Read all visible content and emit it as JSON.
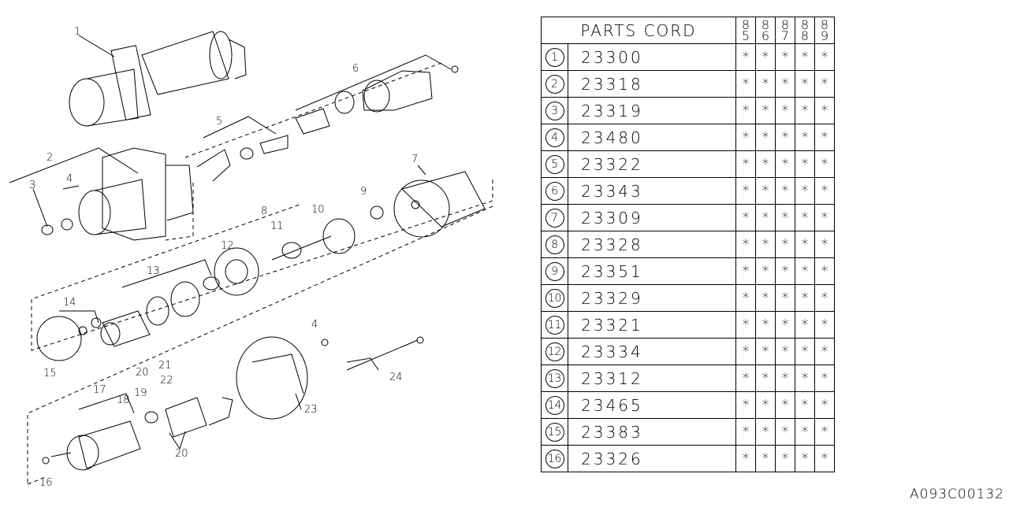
{
  "diagram": {
    "callouts": [
      "1",
      "2",
      "3",
      "4",
      "5",
      "6",
      "7",
      "8",
      "9",
      "10",
      "11",
      "12",
      "13",
      "14",
      "15",
      "4",
      "16",
      "17",
      "18",
      "19",
      "20",
      "21",
      "22",
      "20",
      "23",
      "24"
    ]
  },
  "table": {
    "title": "PARTS CORD",
    "years": [
      "85",
      "86",
      "87",
      "88",
      "89"
    ],
    "rows": [
      {
        "no": "1",
        "code": "23300",
        "marks": [
          "*",
          "*",
          "*",
          "*",
          "*"
        ]
      },
      {
        "no": "2",
        "code": "23318",
        "marks": [
          "*",
          "*",
          "*",
          "*",
          "*"
        ]
      },
      {
        "no": "3",
        "code": "23319",
        "marks": [
          "*",
          "*",
          "*",
          "*",
          "*"
        ]
      },
      {
        "no": "4",
        "code": "23480",
        "marks": [
          "*",
          "*",
          "*",
          "*",
          "*"
        ]
      },
      {
        "no": "5",
        "code": "23322",
        "marks": [
          "*",
          "*",
          "*",
          "*",
          "*"
        ]
      },
      {
        "no": "6",
        "code": "23343",
        "marks": [
          "*",
          "*",
          "*",
          "*",
          "*"
        ]
      },
      {
        "no": "7",
        "code": "23309",
        "marks": [
          "*",
          "*",
          "*",
          "*",
          "*"
        ]
      },
      {
        "no": "8",
        "code": "23328",
        "marks": [
          "*",
          "*",
          "*",
          "*",
          "*"
        ]
      },
      {
        "no": "9",
        "code": "23351",
        "marks": [
          "*",
          "*",
          "*",
          "*",
          "*"
        ]
      },
      {
        "no": "10",
        "code": "23329",
        "marks": [
          "*",
          "*",
          "*",
          "*",
          "*"
        ]
      },
      {
        "no": "11",
        "code": "23321",
        "marks": [
          "*",
          "*",
          "*",
          "*",
          "*"
        ]
      },
      {
        "no": "12",
        "code": "23334",
        "marks": [
          "*",
          "*",
          "*",
          "*",
          "*"
        ]
      },
      {
        "no": "13",
        "code": "23312",
        "marks": [
          "*",
          "*",
          "*",
          "*",
          "*"
        ]
      },
      {
        "no": "14",
        "code": "23465",
        "marks": [
          "*",
          "*",
          "*",
          "*",
          "*"
        ]
      },
      {
        "no": "15",
        "code": "23383",
        "marks": [
          "*",
          "*",
          "*",
          "*",
          "*"
        ]
      },
      {
        "no": "16",
        "code": "23326",
        "marks": [
          "*",
          "*",
          "*",
          "*",
          "*"
        ]
      }
    ]
  },
  "footer_code": "A093C00132"
}
